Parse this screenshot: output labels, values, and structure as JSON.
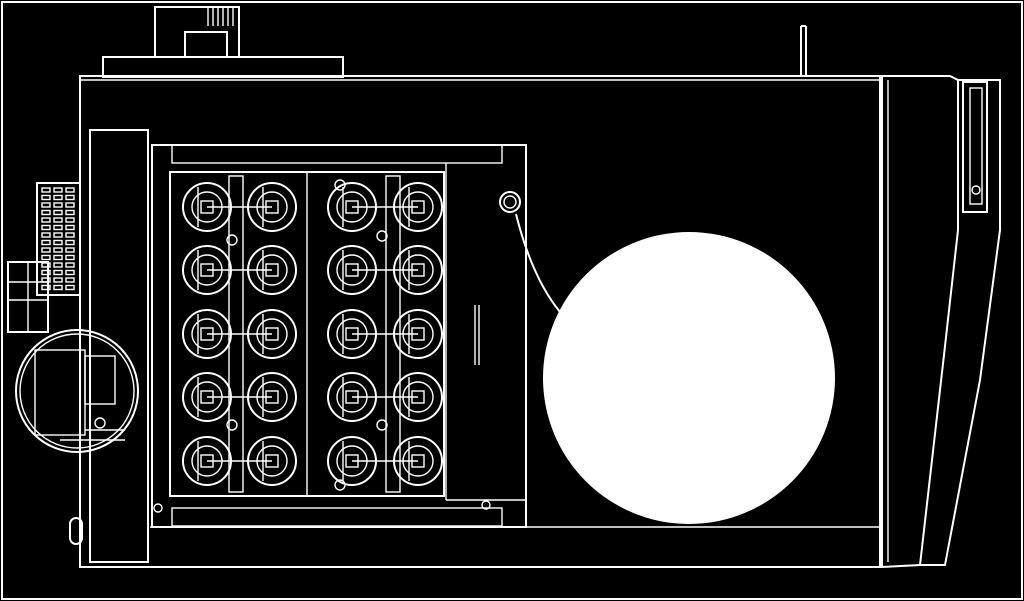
{
  "figure": {
    "background_color": "#000000",
    "line_color": "#ffffff",
    "components": [
      "frame",
      "top-motor",
      "top-plate",
      "vertical-post",
      "cabinet-body",
      "left-panel",
      "left-vent-grille",
      "left-connector-block",
      "magnifier-left",
      "battery-tray",
      "battery-cell-array",
      "battery-cells",
      "indicator-lamp",
      "callout-leader",
      "callout-circle",
      "door-frame",
      "door-handle",
      "foot-knob"
    ],
    "battery_array": {
      "groups": 2,
      "rows_per_group": 5,
      "cells_per_row": 2,
      "total_cells": 20
    }
  }
}
